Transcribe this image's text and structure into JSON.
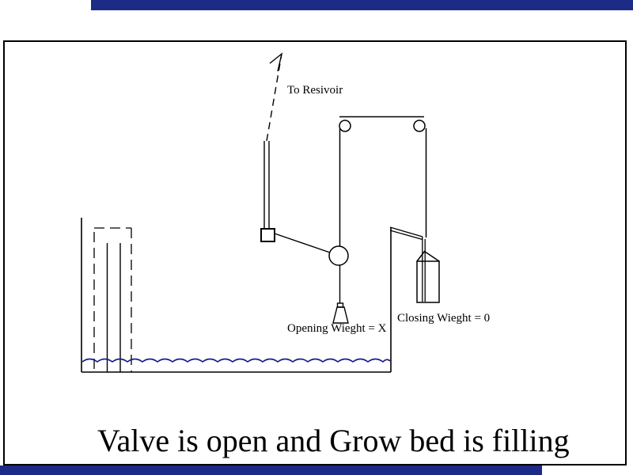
{
  "slide": {
    "caption": "Valve is open and Grow bed is filling",
    "labels": {
      "to_reservoir": "To Resivoir",
      "opening_weight": "Opening Wieght = X",
      "closing_weight": "Closing Wieght = 0"
    },
    "colors": {
      "accent_bar": "#1c2b85",
      "water_line": "#1b1b8c",
      "line": "#000000",
      "background": "#ffffff"
    }
  }
}
